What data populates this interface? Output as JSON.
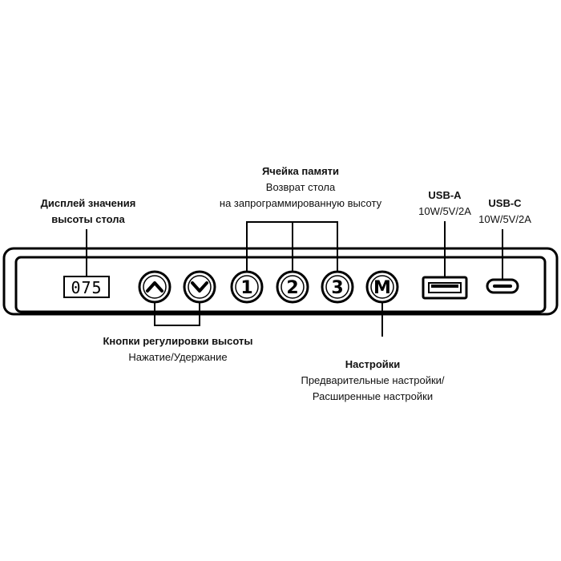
{
  "display": {
    "value": "075",
    "title_line1": "Дисплей значения",
    "title_line2": "высоты стола"
  },
  "memory": {
    "title": "Ячейка памяти",
    "desc_line1": "Возврат стола",
    "desc_line2": "на запрограммированную высоту",
    "buttons": [
      "1",
      "2",
      "3"
    ]
  },
  "height_buttons": {
    "title": "Кнопки регулировки высоты",
    "desc": "Нажатие/Удержание",
    "up_icon": "chevron-up-icon",
    "down_icon": "chevron-down-icon"
  },
  "settings": {
    "button_label": "M",
    "title": "Настройки",
    "desc_line1": "Предварительные настройки/",
    "desc_line2": "Расширенные настройки"
  },
  "usb_a": {
    "title": "USB-A",
    "spec": "10W/5V/2A"
  },
  "usb_c": {
    "title": "USB-C",
    "spec": "10W/5V/2A"
  }
}
